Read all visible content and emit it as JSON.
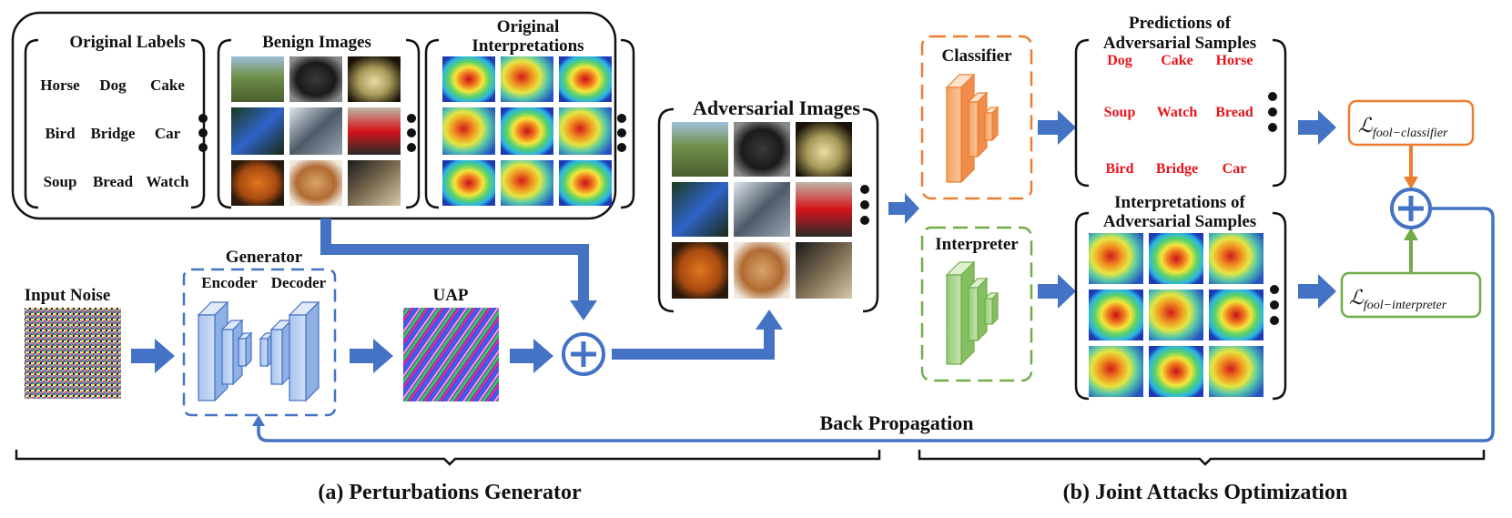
{
  "perturbations_generator": {
    "original_labels": {
      "title": "Original Labels",
      "grid": [
        [
          "Horse",
          "Dog",
          "Cake"
        ],
        [
          "Bird",
          "Bridge",
          "Car"
        ],
        [
          "Soup",
          "Bread",
          "Watch"
        ]
      ]
    },
    "benign_images": {
      "title": "Benign Images"
    },
    "original_interpretations": {
      "title_line1": "Original",
      "title_line2": "Interpretations"
    },
    "adversarial_images": {
      "title": "Adversarial Images"
    },
    "input_noise": {
      "title": "Input Noise"
    },
    "generator": {
      "title": "Generator",
      "encoder": "Encoder",
      "decoder": "Decoder"
    },
    "uap": {
      "title": "UAP"
    },
    "caption": "(a)  Perturbations Generator"
  },
  "joint_attacks": {
    "classifier": {
      "title": "Classifier"
    },
    "interpreter": {
      "title": "Interpreter"
    },
    "predictions": {
      "title_line1": "Predictions of",
      "title_line2": "Adversarial Samples",
      "grid": [
        [
          "Dog",
          "Cake",
          "Horse"
        ],
        [
          "Soup",
          "Watch",
          "Bread"
        ],
        [
          "Bird",
          "Bridge",
          "Car"
        ]
      ]
    },
    "interpretations": {
      "title_line1": "Interpretations of",
      "title_line2": "Adversarial Samples"
    },
    "loss_classifier": {
      "symbol": "ℒ",
      "subscript": "fool−classifier"
    },
    "loss_interpreter": {
      "symbol": "ℒ",
      "subscript": "fool−interpreter"
    },
    "back_propagation": "Back Propagation",
    "caption": "(b)  Joint Attacks Optimization"
  },
  "colors": {
    "flow_blue": "#4472c4",
    "classifier_orange": "#ed7d31",
    "interpreter_green": "#70ad47",
    "prediction_red": "#e8141b"
  }
}
